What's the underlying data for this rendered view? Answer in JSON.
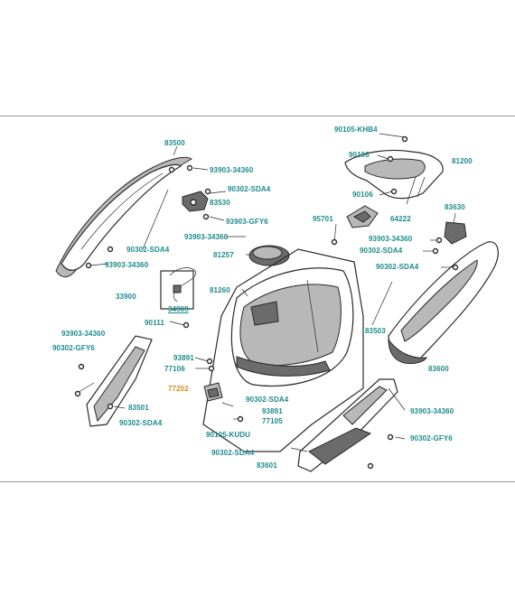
{
  "diagram": {
    "parts": [
      {
        "id": "p83500",
        "label": "83500"
      },
      {
        "id": "p93903a",
        "label": "93903-34360"
      },
      {
        "id": "p90302a",
        "label": "90302-SDA4"
      },
      {
        "id": "p83530",
        "label": "83530"
      },
      {
        "id": "p93903gfy",
        "label": "93903-GFY6"
      },
      {
        "id": "p93903b",
        "label": "93903-34360"
      },
      {
        "id": "p90302b",
        "label": "90302-SDA4"
      },
      {
        "id": "p93903c",
        "label": "93903-34360"
      },
      {
        "id": "p81257",
        "label": "81257"
      },
      {
        "id": "p33900",
        "label": "33900"
      },
      {
        "id": "p34909",
        "label": "34909"
      },
      {
        "id": "p81260",
        "label": "81260"
      },
      {
        "id": "p90111",
        "label": "90111"
      },
      {
        "id": "p93903d",
        "label": "93903-34360"
      },
      {
        "id": "p90302gfy_l",
        "label": "90302-GFY6"
      },
      {
        "id": "p93891a",
        "label": "93891"
      },
      {
        "id": "p77106",
        "label": "77106"
      },
      {
        "id": "p77202",
        "label": "77202"
      },
      {
        "id": "p83501",
        "label": "83501"
      },
      {
        "id": "p90302c",
        "label": "90302-SDA4"
      },
      {
        "id": "p90302d",
        "label": "90302-SDA4"
      },
      {
        "id": "p93891b",
        "label": "93891"
      },
      {
        "id": "p77105",
        "label": "77105"
      },
      {
        "id": "p90105kudu",
        "label": "90105-KUDU"
      },
      {
        "id": "p90302e",
        "label": "90302-SDA4"
      },
      {
        "id": "p83601",
        "label": "83601"
      },
      {
        "id": "p90105khb4",
        "label": "90105-KHB4"
      },
      {
        "id": "p90106a",
        "label": "90106"
      },
      {
        "id": "p81200",
        "label": "81200"
      },
      {
        "id": "p90106b",
        "label": "90106"
      },
      {
        "id": "p95701",
        "label": "95701"
      },
      {
        "id": "p64222",
        "label": "64222"
      },
      {
        "id": "p83630",
        "label": "83630"
      },
      {
        "id": "p93903e",
        "label": "93903-34360"
      },
      {
        "id": "p90302f",
        "label": "90302-SDA4"
      },
      {
        "id": "p90302g",
        "label": "90302-SDA4"
      },
      {
        "id": "p83503",
        "label": "83503"
      },
      {
        "id": "p83600",
        "label": "83600"
      },
      {
        "id": "p93903f",
        "label": "93903-34360"
      },
      {
        "id": "p90302gfy_r",
        "label": "90302-GFY6"
      }
    ]
  },
  "colors": {
    "label": "#1d8a8a",
    "highlight": "#d98a12",
    "line": "#2a2a2a"
  }
}
